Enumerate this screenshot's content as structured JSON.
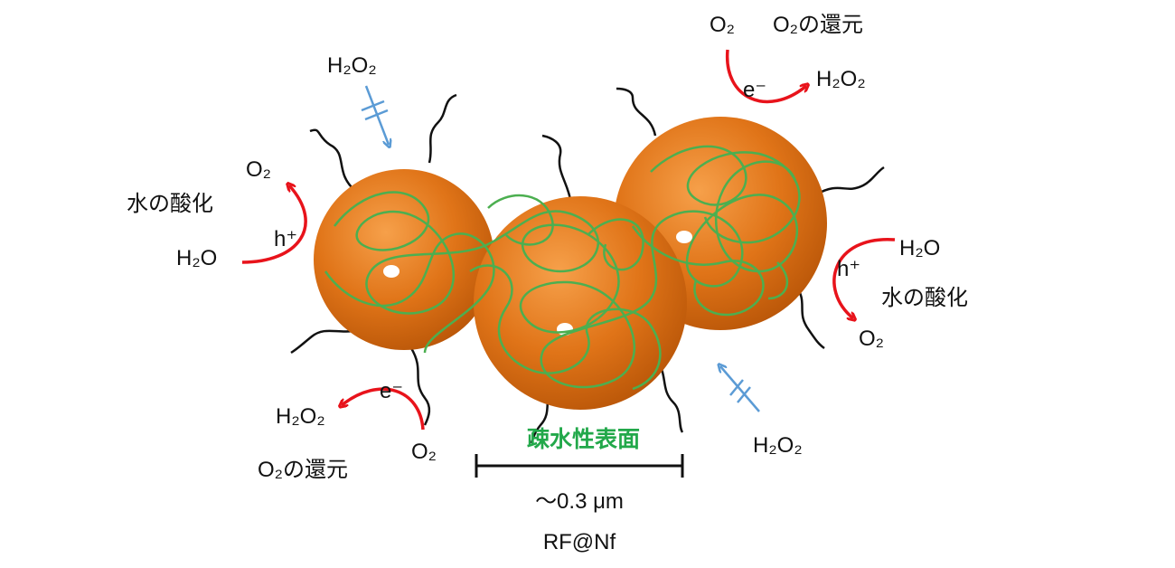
{
  "colors": {
    "sphere": "#e0741a",
    "polymer": "#4caf50",
    "arrow_red": "#e8131b",
    "arrow_blue": "#5b9bd5",
    "label_green": "#22a84a"
  },
  "labels": {
    "top_left_h2o2": "H₂O₂",
    "left_o2": "O₂",
    "left_water_oxidation": "水の酸化",
    "left_hole": "h⁺",
    "left_h2o": "H₂O",
    "bottom_left_h2o2": "H₂O₂",
    "bottom_left_electron": "e⁻",
    "bottom_left_o2_reduction": "O₂の還元",
    "bottom_left_o2": "O₂",
    "top_right_o2": "O₂",
    "top_right_o2_reduction": "O₂の還元",
    "top_right_electron": "e⁻",
    "top_right_h2o2": "H₂O₂",
    "right_h2o": "H₂O",
    "right_hole": "h⁺",
    "right_water_oxidation": "水の酸化",
    "right_o2": "O₂",
    "bottom_right_h2o2": "H₂O₂",
    "hydrophobic_surface": "疎水性表面",
    "scale": "〜0.3 μm",
    "material": "RF@Nf"
  }
}
